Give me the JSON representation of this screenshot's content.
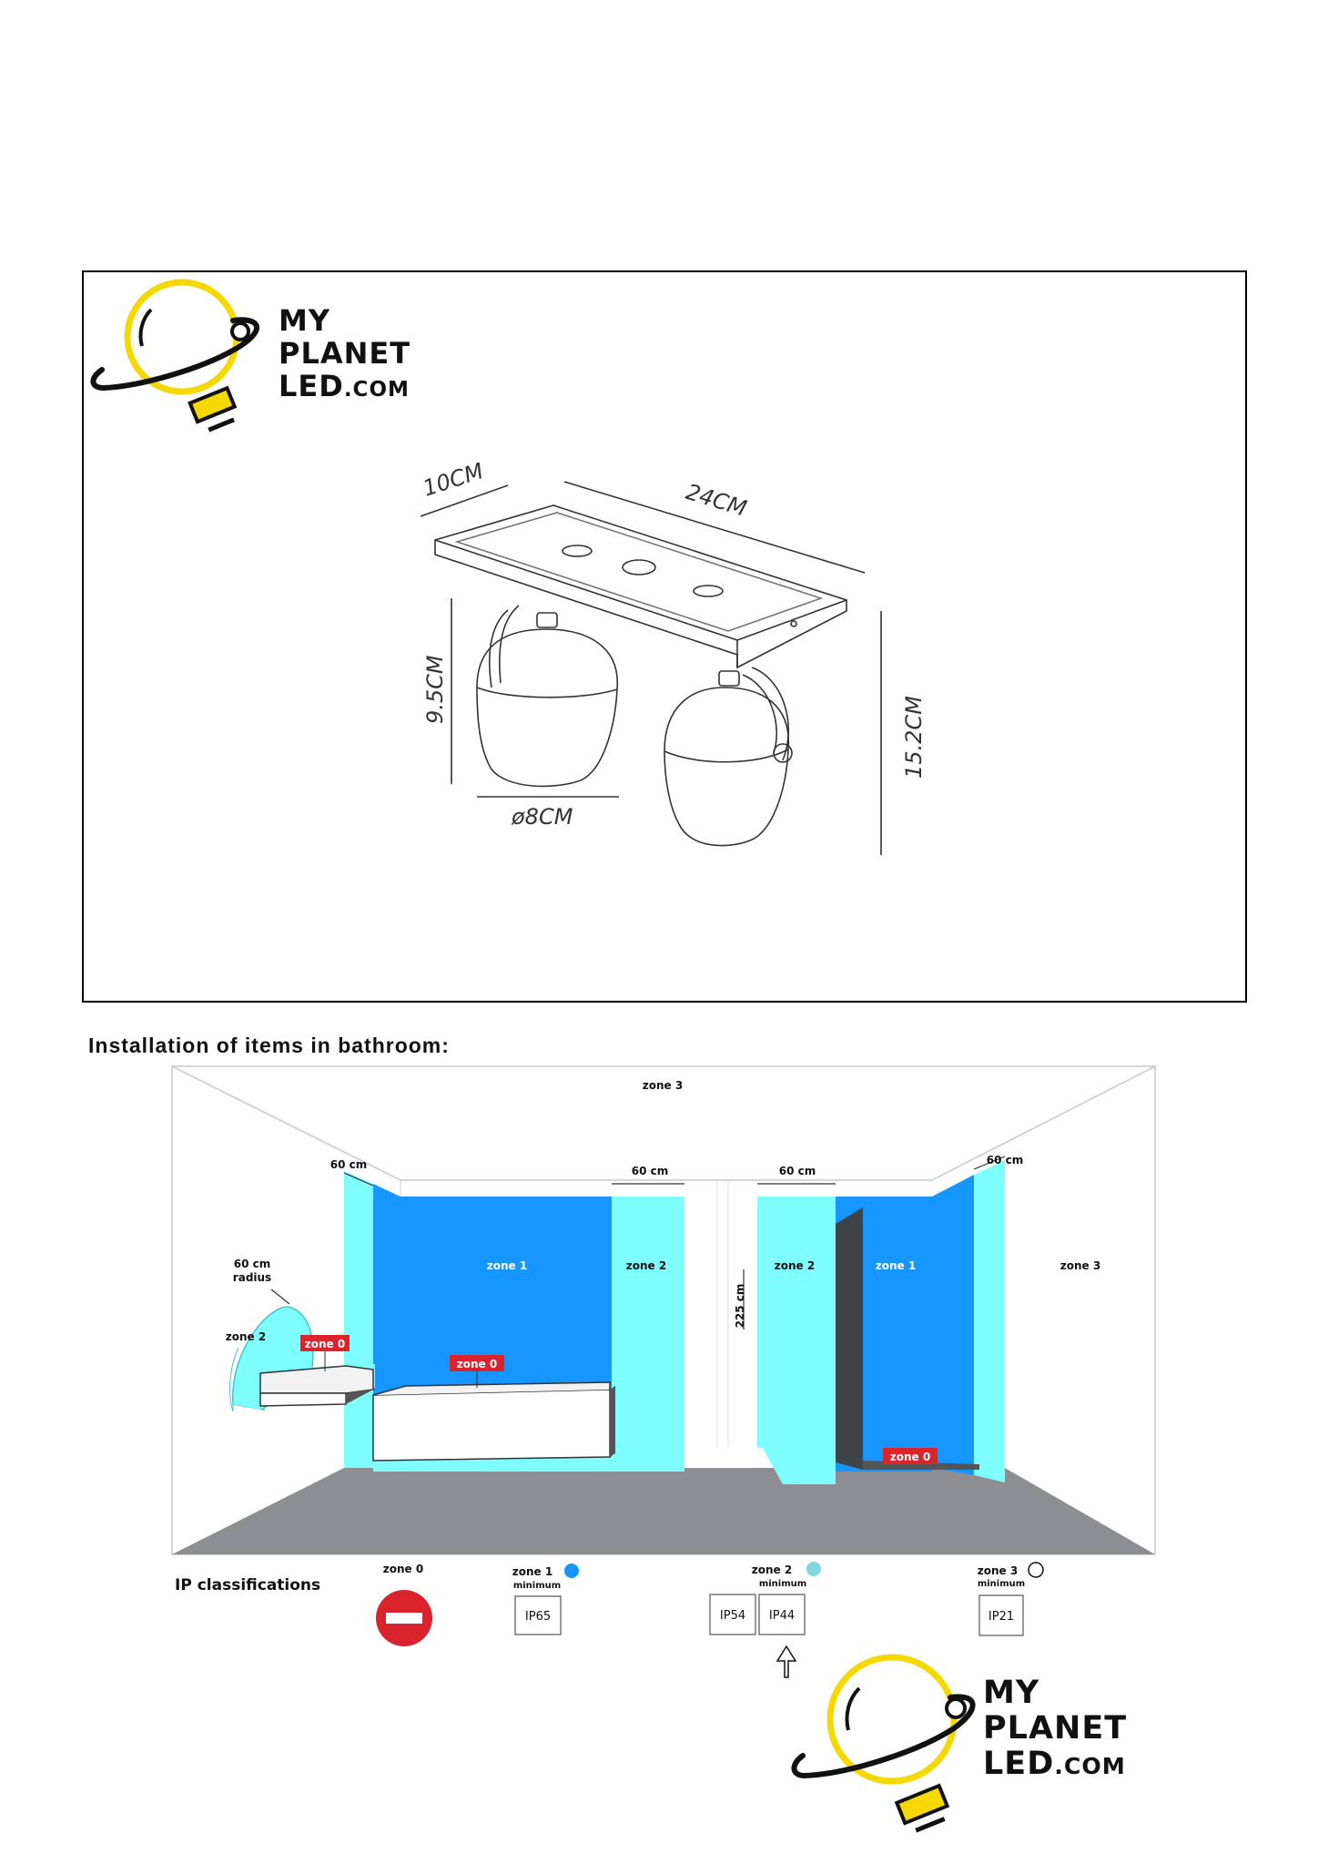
{
  "logo": {
    "line1": "MY",
    "line2": "PLANET",
    "line3": "LED",
    "line3_suffix": ".COM",
    "colors": {
      "ring": "#f5d800",
      "dark": "#111111"
    }
  },
  "product": {
    "dim_depth": "10CM",
    "dim_length": "24CM",
    "dim_shade_height": "9.5CM",
    "dim_diameter": "ø8CM",
    "dim_total_height": "15.2CM"
  },
  "section_heading": "Installation of items in bathroom:",
  "bathroom": {
    "labels": {
      "zone3_top": "zone 3",
      "zone3_right": "zone 3",
      "left_60": "60 cm",
      "mid1_60": "60 cm",
      "mid2_60": "60 cm",
      "right_60": "60 cm",
      "radius_60": "60 cm",
      "radius_word": "radius",
      "zone2_left": "zone 2",
      "zone1_bath": "zone 1",
      "zone2_bath": "zone 2",
      "zone2_shower": "zone 2",
      "zone1_shower": "zone 1",
      "height_225": "225 cm",
      "zone0_sink": "zone 0",
      "zone0_bath": "zone 0",
      "zone0_shower": "zone 0"
    },
    "colors": {
      "zone1": "#1896ff",
      "zone2": "#7efefe",
      "zone0": "#d9232d",
      "floor": "#8c8e91",
      "panel": "#3f4448"
    }
  },
  "ip": {
    "title": "IP classifications",
    "zone0": {
      "label": "zone 0"
    },
    "zone1": {
      "label": "zone 1",
      "min": "minimum",
      "codes": [
        "IP65"
      ]
    },
    "zone2": {
      "label": "zone 2",
      "min": "minimum",
      "codes": [
        "IP54",
        "IP44"
      ]
    },
    "zone3": {
      "label": "zone 3",
      "min": "minimum",
      "codes": [
        "IP21"
      ]
    }
  }
}
